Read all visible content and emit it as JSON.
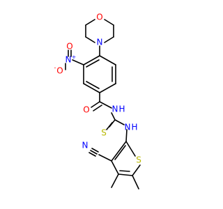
{
  "colors": {
    "bond": "#000000",
    "oxygen": "#ff0000",
    "nitrogen": "#0000ff",
    "sulfur": "#b8b800"
  },
  "atoms": {
    "morph_o": "O",
    "morph_n": "N",
    "nitro_n": "N",
    "nitro_plus": "+",
    "nitro_o_minus": "O",
    "nitro_minus": "-",
    "nitro_o": "O",
    "carbonyl_o": "O",
    "amide_n": "N",
    "amide_h": "H",
    "thio_s": "S",
    "thioamide_n": "N",
    "thioamide_h": "H",
    "nitrile_n": "N",
    "thiophene_s": "S"
  }
}
